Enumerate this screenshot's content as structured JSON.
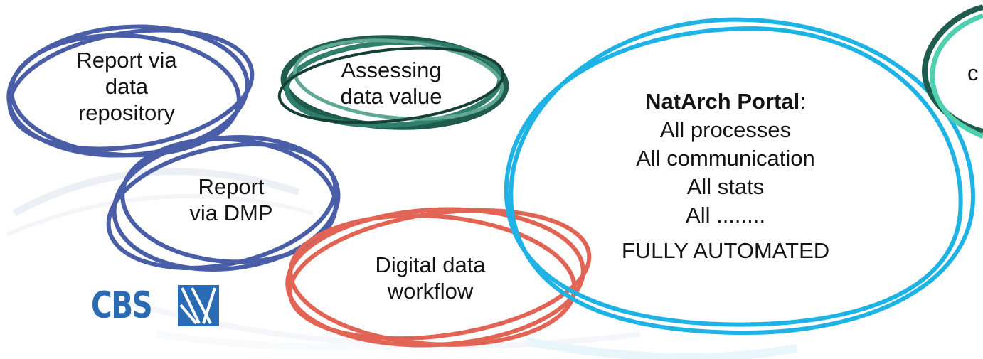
{
  "bubbles": {
    "repository": {
      "lines": [
        "Report via",
        "data",
        "repository"
      ],
      "color": "#4a5ea8"
    },
    "assessing": {
      "lines": [
        "Assessing",
        "data value"
      ],
      "color": "#2f7d6b"
    },
    "dmp": {
      "lines": [
        "Report",
        "via DMP"
      ],
      "color": "#4a5ea8"
    },
    "workflow": {
      "lines": [
        "Digital data",
        "workflow"
      ],
      "color": "#e16455"
    },
    "portal": {
      "title": "NatArch Portal",
      "title_suffix": ":",
      "lines": [
        "All processes",
        "All communication",
        "All stats",
        "All ........"
      ],
      "footer": "FULLY AUTOMATED",
      "color": "#1fb3e5"
    },
    "partial": {
      "text": "c",
      "color": "#4fd1b0"
    }
  },
  "logo": {
    "text": "CBS",
    "icon": "cbs-logo-mark-icon",
    "color": "#2b6bb3"
  }
}
